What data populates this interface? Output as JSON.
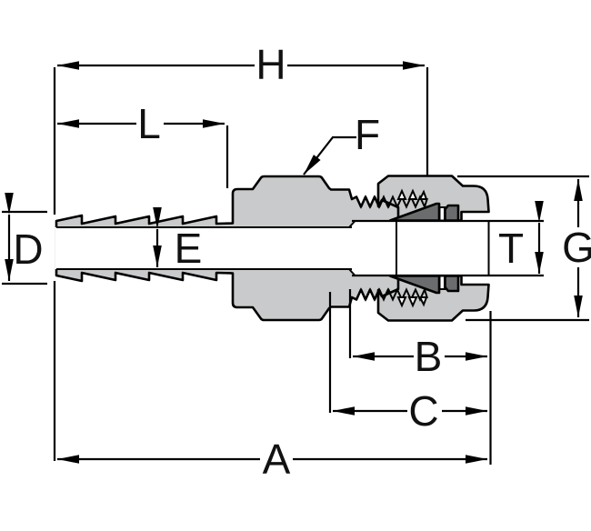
{
  "drawing": {
    "kind": "engineering-dimension-diagram",
    "subject": "hose barb to compression tube fitting adapter, cross-section",
    "labels": {
      "H": "H",
      "L": "L",
      "F": "F",
      "D": "D",
      "E": "E",
      "T": "T",
      "G": "G",
      "B": "B",
      "C": "C",
      "A": "A"
    },
    "colors": {
      "body_fill": "#c9cacb",
      "ferrule_fill": "#6b6c6e",
      "outline": "#000000",
      "background": "#ffffff"
    }
  }
}
